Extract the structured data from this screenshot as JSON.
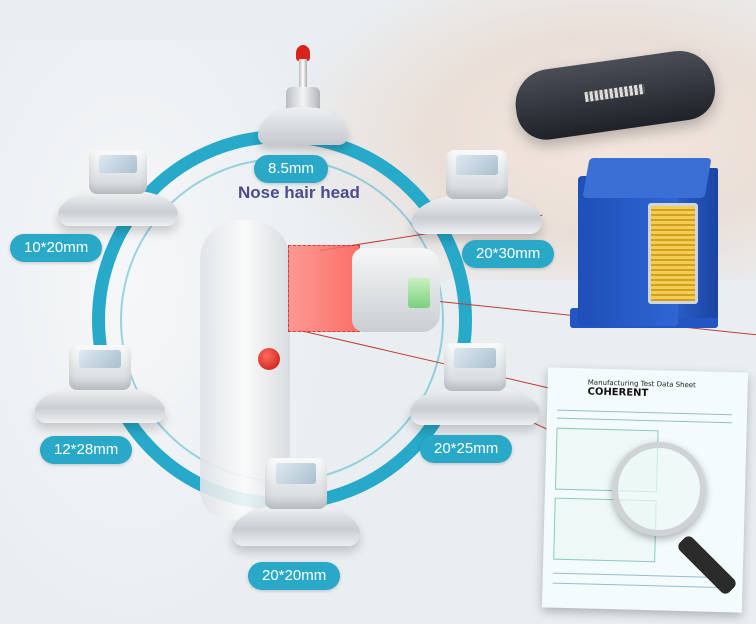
{
  "labels": {
    "nose_size": "8.5mm",
    "nose_title": "Nose hair head",
    "size_10_20": "10*20mm",
    "size_20_30": "20*30mm",
    "size_12_28": "12*28mm",
    "size_20_25": "20*25mm",
    "size_20_20": "20*20mm"
  },
  "document": {
    "brand": "COHERENT",
    "heading": "Manufacturing Test Data Sheet"
  },
  "colors": {
    "ring": "#27a9c9",
    "pill": "#2aa8c8",
    "title": "#4b4b8e",
    "module": "#2f66d3"
  }
}
